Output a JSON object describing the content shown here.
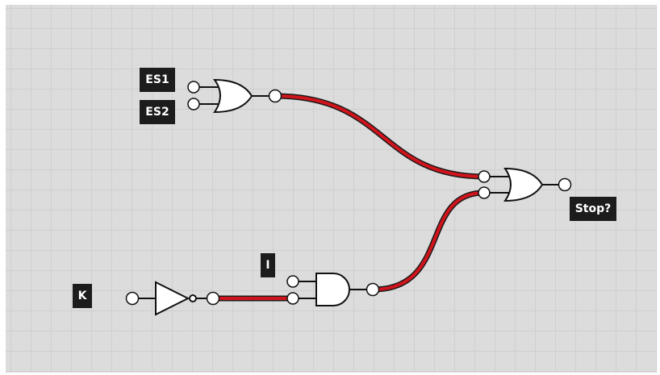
{
  "labels": {
    "es1": "ES1",
    "es2": "ES2",
    "i": "I",
    "k": "K",
    "stop": "Stop?"
  },
  "gates": [
    {
      "id": "or-top",
      "type": "OR"
    },
    {
      "id": "or-output",
      "type": "OR"
    },
    {
      "id": "and-bottom",
      "type": "AND"
    },
    {
      "id": "not-k",
      "type": "NOT"
    }
  ],
  "colors": {
    "active_wire": "#d1141c",
    "wire_outline": "#1a1a1a",
    "label_bg": "#1c1c1c",
    "board_bg": "#dcdcdc",
    "grid": "#cfcfcf"
  }
}
